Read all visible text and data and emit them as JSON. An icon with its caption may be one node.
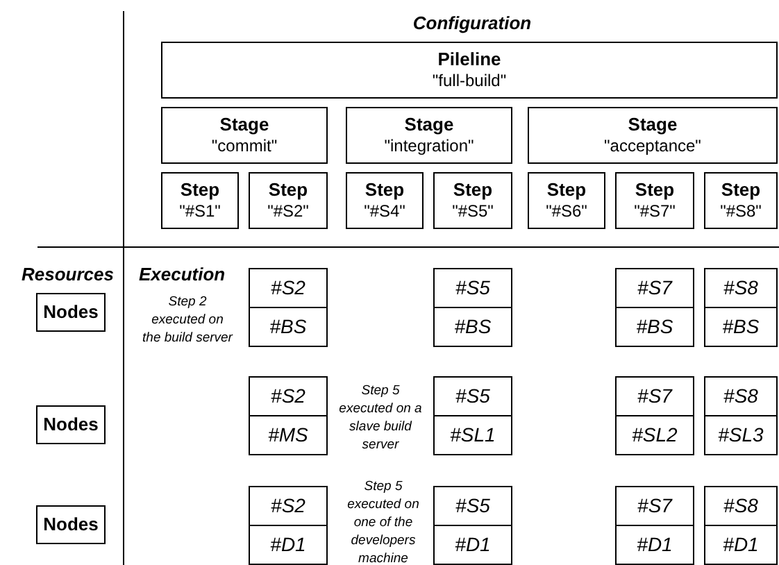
{
  "diagram": {
    "nodes": [
      {
        "text": [
          "Pileline",
          "\"full-build\""
        ]
      },
      {
        "text": [
          "Stage",
          "\"commit\""
        ]
      },
      {
        "text": [
          "Stage",
          "\"integration\""
        ]
      },
      {
        "text": [
          "Stage",
          "\"acceptance\""
        ]
      },
      {
        "text": [
          "Step",
          "\"#S1\""
        ]
      },
      {
        "text": [
          "Step",
          "\"#S2\""
        ]
      },
      {
        "text": [
          "Step",
          "\"#S4\""
        ]
      },
      {
        "text": [
          "Step",
          "\"#S5\""
        ]
      },
      {
        "text": [
          "Step",
          "\"#S6\""
        ]
      },
      {
        "text": [
          "Step",
          "\"#S7\""
        ]
      },
      {
        "text": [
          "Step",
          "\"#S8\""
        ]
      },
      {
        "text": [
          "Nodes"
        ]
      },
      {
        "text": [
          "#S2"
        ]
      },
      {
        "text": [
          "#S5"
        ]
      },
      {
        "text": [
          "#S7"
        ]
      },
      {
        "text": [
          "#S8"
        ]
      },
      {
        "text": [
          "#BS"
        ]
      },
      {
        "text": [
          "#BS"
        ]
      },
      {
        "text": [
          "#BS"
        ]
      },
      {
        "text": [
          "#BS"
        ]
      },
      {
        "text": [
          "Nodes"
        ]
      },
      {
        "text": [
          "#S2"
        ]
      },
      {
        "text": [
          "#S5"
        ]
      },
      {
        "text": [
          "#S7"
        ]
      },
      {
        "text": [
          "#S8"
        ]
      },
      {
        "text": [
          "#MS"
        ]
      },
      {
        "text": [
          "#SL1"
        ]
      },
      {
        "text": [
          "#SL2"
        ]
      },
      {
        "text": [
          "#SL3"
        ]
      },
      {
        "text": [
          "Nodes"
        ]
      },
      {
        "text": [
          "#S2"
        ]
      },
      {
        "text": [
          "#S5"
        ]
      },
      {
        "text": [
          "#S7"
        ]
      },
      {
        "text": [
          "#S8"
        ]
      },
      {
        "text": [
          "#D1"
        ]
      },
      {
        "text": [
          "#D1"
        ]
      },
      {
        "text": [
          "#D1"
        ]
      },
      {
        "text": [
          "#D1"
        ]
      }
    ],
    "labels": [
      "Configuration",
      "Resources",
      "Execution",
      "Step 2 executed on the build server",
      "Step 5 executed on a slave build server",
      "Step 5 executed on one of the developers machine"
    ]
  }
}
